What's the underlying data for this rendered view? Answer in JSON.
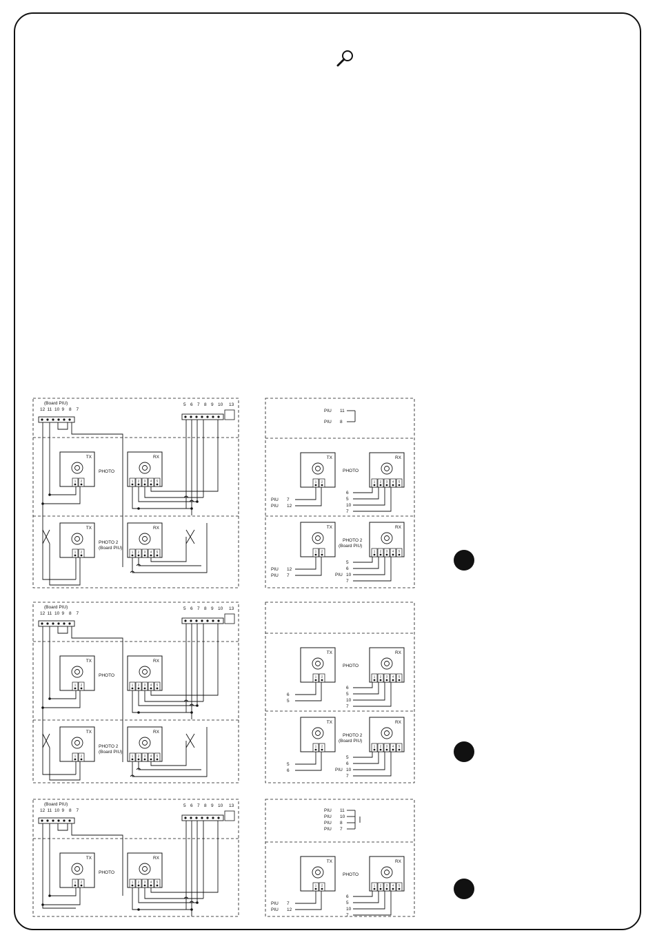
{
  "page": {
    "icon": "magnifier-icon"
  },
  "diagrams": [
    {
      "wiring": {
        "board_label": "(Board PIU)",
        "board_terminals": [
          "12",
          "11",
          "10",
          "9",
          "8",
          "7"
        ],
        "motor_terminals": [
          "5",
          "6",
          "7",
          "8",
          "9",
          "10"
        ],
        "motor_extra": "13",
        "tx_label": "TX",
        "rx_label": "RX",
        "photo_label": "PHOTO",
        "photo2_label": "PHOTO 2",
        "photo2_sub": "(Board PIU)"
      },
      "schematic": {
        "bridge": [
          [
            "PIU",
            "11"
          ],
          [
            "PIU",
            "8"
          ]
        ],
        "tx_label": "TX",
        "rx_label": "RX",
        "photo_label": "PHOTO",
        "photo_tx": [
          [
            "PIU",
            "7"
          ],
          [
            "PIU",
            "12"
          ]
        ],
        "photo_rx": [
          "6",
          "5",
          "10",
          "7"
        ],
        "photo2_label": "PHOTO 2",
        "photo2_sub": "(Board PIU)",
        "photo2_tx": [
          [
            "PIU",
            "12"
          ],
          [
            "PIU",
            "7"
          ]
        ],
        "photo2_rx": [
          [
            "",
            "5"
          ],
          [
            "",
            "6"
          ],
          [
            "PIU",
            "10"
          ],
          [
            "",
            "7"
          ]
        ]
      }
    },
    {
      "wiring": {
        "board_label": "(Board PIU)",
        "board_terminals": [
          "12",
          "11",
          "10",
          "9",
          "8",
          "7"
        ],
        "motor_terminals": [
          "5",
          "6",
          "7",
          "8",
          "9",
          "10"
        ],
        "motor_extra": "13",
        "tx_label": "TX",
        "rx_label": "RX",
        "photo_label": "PHOTO",
        "photo2_label": "PHOTO 2",
        "photo2_sub": "(Board PIU)"
      },
      "schematic": {
        "tx_label": "TX",
        "rx_label": "RX",
        "photo_label": "PHOTO",
        "photo_tx": [
          [
            "",
            "6"
          ],
          [
            "",
            "5"
          ]
        ],
        "photo_rx": [
          "6",
          "5",
          "10",
          "7"
        ],
        "photo2_label": "PHOTO 2",
        "photo2_sub": "(Board PIU)",
        "photo2_tx": [
          [
            "",
            "5"
          ],
          [
            "",
            "6"
          ]
        ],
        "photo2_rx": [
          [
            "",
            "5"
          ],
          [
            "",
            "6"
          ],
          [
            "PIU",
            "10"
          ],
          [
            "",
            "7"
          ]
        ]
      }
    },
    {
      "wiring": {
        "board_label": "(Board PIU)",
        "board_terminals": [
          "12",
          "11",
          "10",
          "9",
          "8",
          "7"
        ],
        "motor_terminals": [
          "5",
          "6",
          "7",
          "8",
          "9",
          "10"
        ],
        "motor_extra": "13",
        "tx_label": "TX",
        "rx_label": "RX",
        "photo_label": "PHOTO"
      },
      "schematic": {
        "bridge": [
          [
            "PIU",
            "11"
          ],
          [
            "PIU",
            "10"
          ],
          [
            "PIU",
            "8"
          ],
          [
            "PIU",
            "7"
          ]
        ],
        "tx_label": "TX",
        "rx_label": "RX",
        "photo_label": "PHOTO",
        "photo_tx": [
          [
            "PIU",
            "7"
          ],
          [
            "PIU",
            "12"
          ]
        ],
        "photo_rx": [
          "6",
          "5",
          "10",
          "7"
        ]
      }
    }
  ]
}
